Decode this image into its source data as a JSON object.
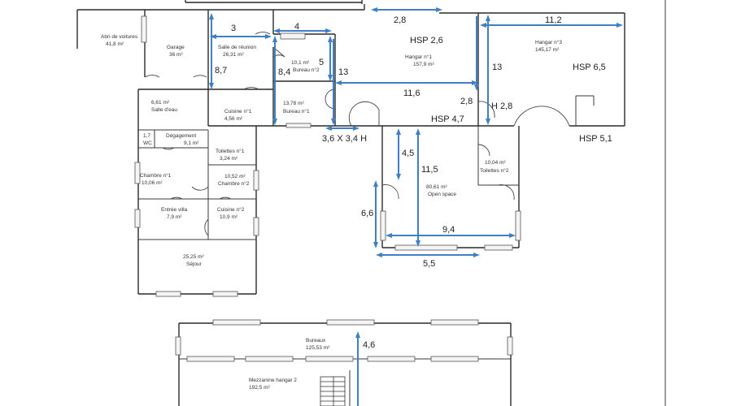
{
  "rooms": [
    {
      "name": "Abri de voitures",
      "area": "41,8 m²"
    },
    {
      "name": "Garage",
      "area": "36 m²"
    },
    {
      "name": "Salle de réunion",
      "area": "26,31 m²"
    },
    {
      "name": "Bureau n°2",
      "area": "10,1 m²"
    },
    {
      "name": "Bureau n°1",
      "area": "13,78 m²"
    },
    {
      "name": "Hangar n°1",
      "area": "157,9 m²"
    },
    {
      "name": "Hangar n°3",
      "area": "145,17 m²"
    },
    {
      "name": "Salle d'eau",
      "area": "6,61 m²"
    },
    {
      "name": "Cuisine n°1",
      "area": "4,56 m²"
    },
    {
      "name": "Dégagement",
      "area": "9,1 m²"
    },
    {
      "name": "WC",
      "area": "1,7"
    },
    {
      "name": "Toilettes n°1",
      "area": "3,24 m²"
    },
    {
      "name": "Chambre n°1",
      "area": "10,06 m²"
    },
    {
      "name": "Chambre n°2",
      "area": "10,52 m²"
    },
    {
      "name": "Entrée villa",
      "area": "7,9 m²"
    },
    {
      "name": "Cuisine n°2",
      "area": "10,9 m²"
    },
    {
      "name": "Séjour",
      "area": "25,25 m²"
    },
    {
      "name": "Toilettes n°2",
      "area": "10,04 m²"
    },
    {
      "name": "Open space",
      "area": "80,61 m²"
    },
    {
      "name": "Bureaux",
      "area": "125,53 m²"
    },
    {
      "name": "Mezzanine hangar 2",
      "area": "192,5 m²"
    }
  ],
  "dimensions": [
    "2,8",
    "11,2",
    "3",
    "4",
    "8,7",
    "8,4",
    "5",
    "13",
    "13",
    "11,6",
    "2,8",
    "3,6 X 3,4 H",
    "4,5",
    "11,5",
    "6,6",
    "9,4",
    "5,5",
    "4,6"
  ],
  "heights": [
    "HSP 2,6",
    "HSP 6,5",
    "H 2,8",
    "HSP 4,7",
    "HSP 5,1"
  ]
}
